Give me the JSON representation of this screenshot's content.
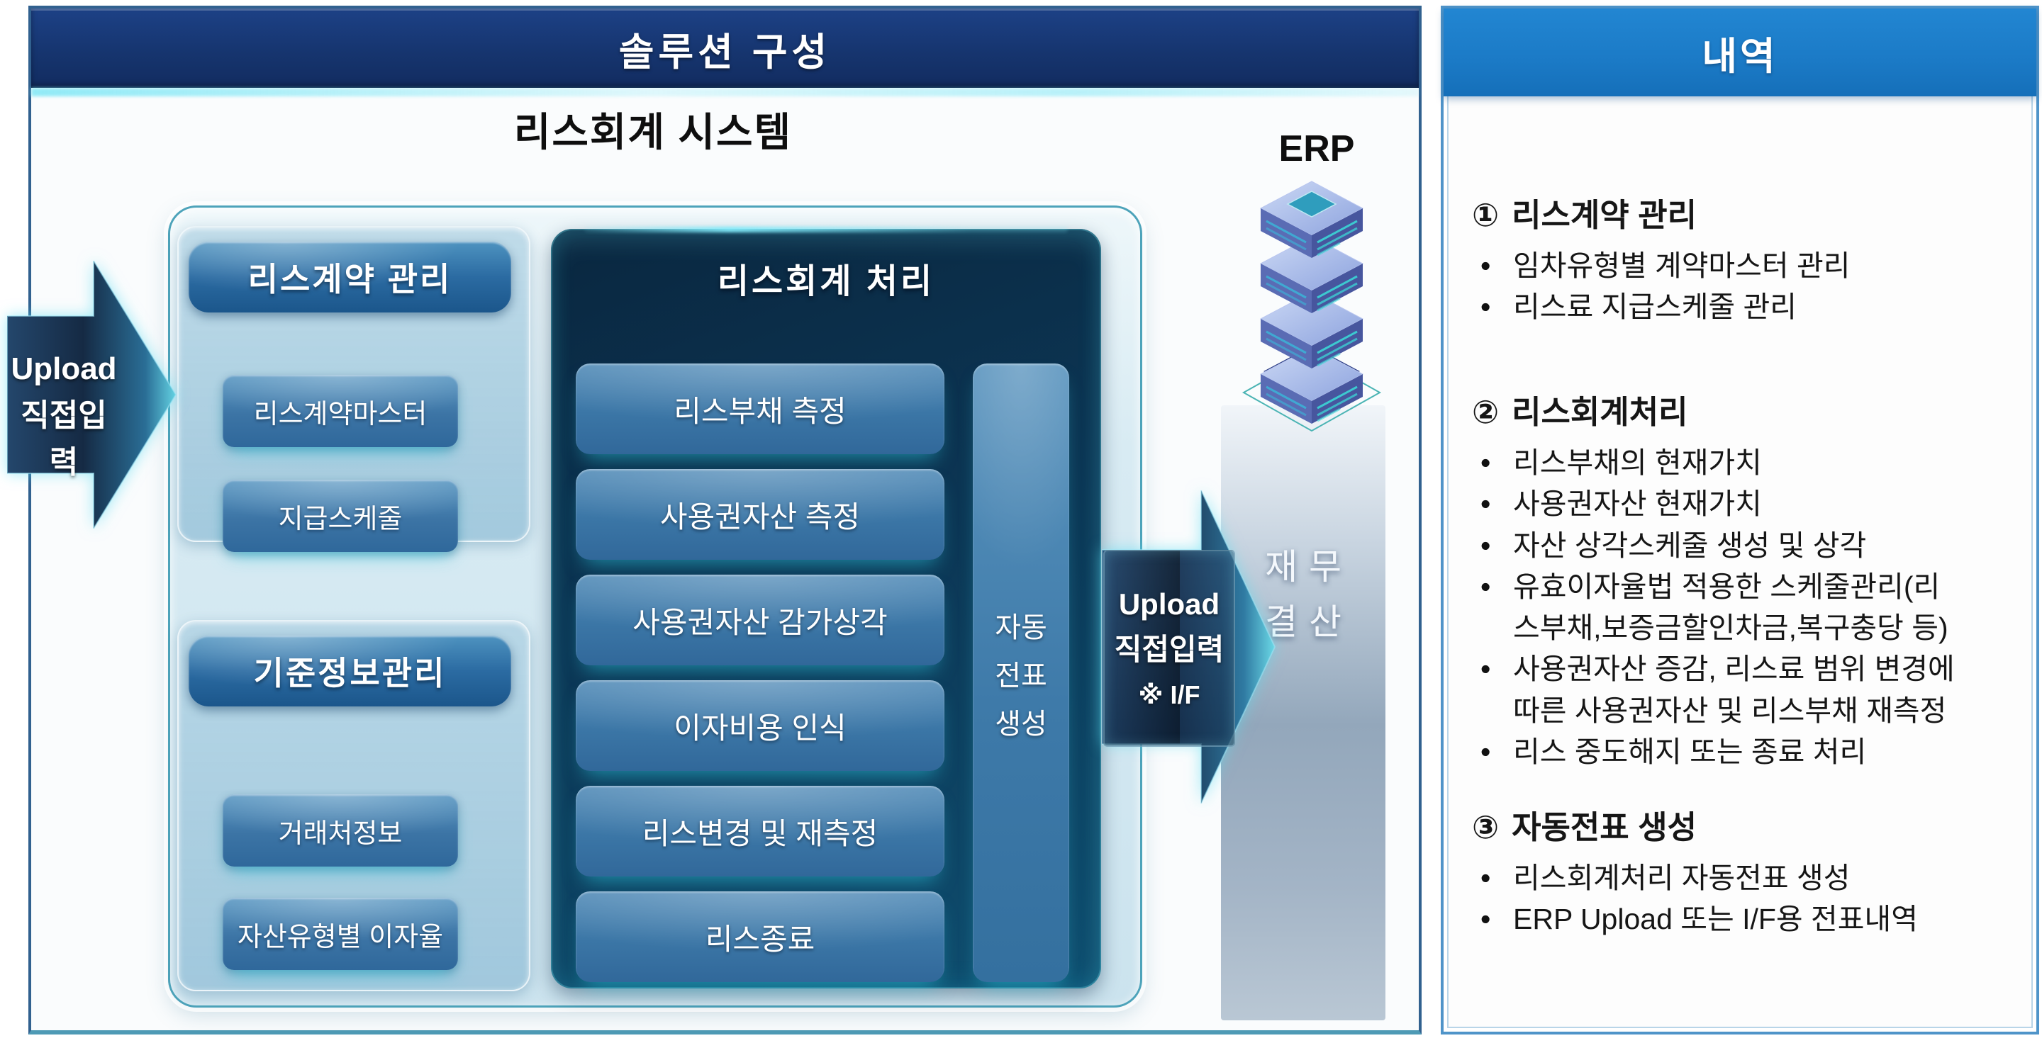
{
  "left_panel": {
    "header_title": "솔루션 구성",
    "system_title": "리스회계 시스템",
    "erp_label": "ERP",
    "input_arrow": {
      "line1": "Upload",
      "line2": "직접입력"
    },
    "output_arrow": {
      "line1": "Upload",
      "line2": "직접입력",
      "line3": "※ I/F"
    },
    "groups": [
      {
        "title": "리스계약 관리",
        "items": [
          "리스계약마스터",
          "지급스케줄"
        ]
      },
      {
        "title": "기준정보관리",
        "items": [
          "거래처정보",
          "자산유형별 이자율"
        ]
      }
    ],
    "process_panel": {
      "title": "리스회계 처리",
      "items": [
        "리스부채 측정",
        "사용권자산 측정",
        "사용권자산 감가상각",
        "이자비용 인식",
        "리스변경 및 재측정",
        "리스종료"
      ],
      "side_button_lines": [
        "자동",
        "전표",
        "생성"
      ]
    },
    "closing_lines": [
      "재무",
      "결산"
    ]
  },
  "right_panel": {
    "header_title": "내역",
    "sections": [
      {
        "no": "①",
        "title": "리스계약 관리",
        "bullets": [
          "임차유형별 계약마스터 관리",
          "리스료 지급스케줄 관리"
        ]
      },
      {
        "no": "②",
        "title": "리스회계처리",
        "bullets": [
          "리스부채의 현재가치",
          "사용권자산 현재가치",
          "자산 상각스케줄 생성 및 상각",
          "유효이자율법 적용한 스케줄관리(리스부채,보증금할인차금,복구충당 등)",
          "사용권자산 증감, 리스료 범위 변경에 따른 사용권자산 및  리스부채 재측정",
          "리스 중도해지 또는 종료 처리"
        ]
      },
      {
        "no": "③",
        "title": "자동전표 생성",
        "bullets": [
          "리스회계처리 자동전표 생성",
          "ERP Upload 또는 I/F용 전표내역"
        ]
      }
    ]
  },
  "colors": {
    "left_header_bg": "#16356f",
    "right_header_bg": "#1b7ac6",
    "accent_teal": "#49c8dc",
    "dark_panel_bg": "#0c3a58",
    "button_blue": "#3b76a6"
  }
}
